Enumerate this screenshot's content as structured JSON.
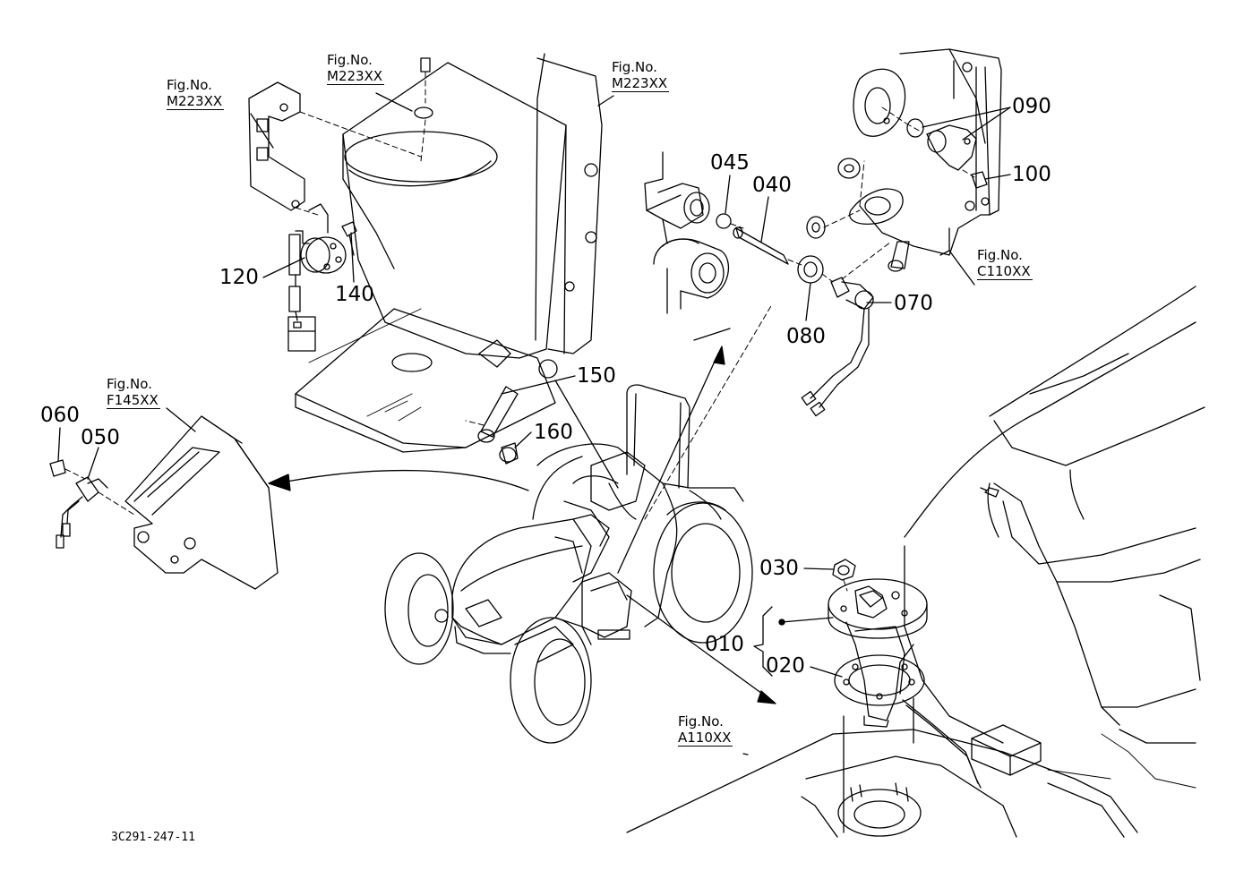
{
  "figure_refs": [
    {
      "id": "ref-left-top",
      "title": "Fig.No.",
      "code": "M223XX"
    },
    {
      "id": "ref-center-top",
      "title": "Fig.No.",
      "code": "M223XX"
    },
    {
      "id": "ref-right-top",
      "title": "Fig.No.",
      "code": "M223XX"
    },
    {
      "id": "ref-fender",
      "title": "Fig.No.",
      "code": "F145XX"
    },
    {
      "id": "ref-transmission",
      "title": "Fig.No.",
      "code": "C110XX"
    },
    {
      "id": "ref-fuel-tank",
      "title": "Fig.No.",
      "code": "A110XX"
    }
  ],
  "part_numbers": {
    "p010": "010",
    "p020": "020",
    "p030": "030",
    "p040": "040",
    "p045": "045",
    "p050": "050",
    "p060": "060",
    "p070": "070",
    "p080": "080",
    "p090": "090",
    "p100": "100",
    "p120": "120",
    "p140": "140",
    "p150": "150",
    "p160": "160"
  },
  "document_id": "3C291-247-11"
}
